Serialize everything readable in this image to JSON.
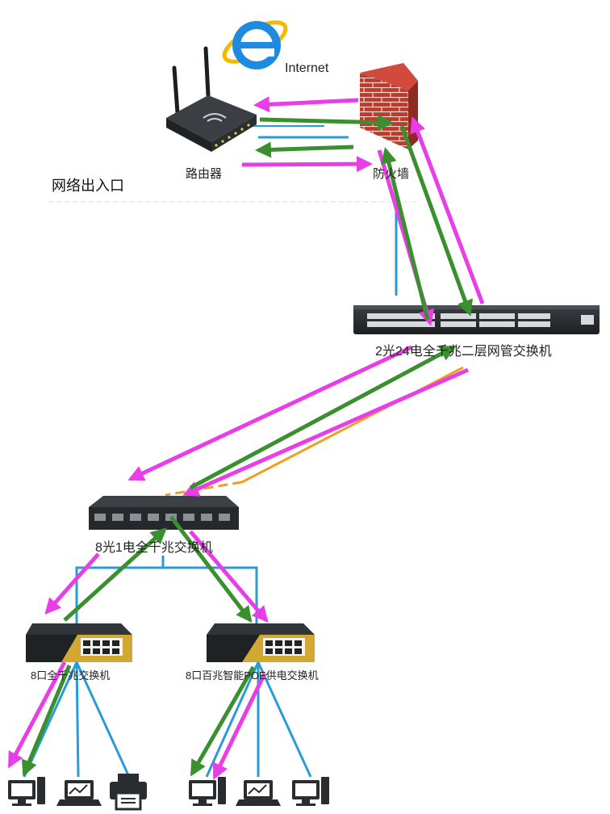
{
  "labels": {
    "internet": "Internet",
    "router": "路由器",
    "firewall": "防火墙",
    "zone": "网络出入口",
    "core_switch": "2光24电全千兆二层网管交换机",
    "agg_switch": "8光1电全千兆交换机",
    "access_switch_1": "8口全千兆交换机",
    "access_switch_2": "8口百兆智能POE供电交换机"
  },
  "colors": {
    "magenta_arrow": "#e83ee8",
    "green_arrow": "#3a8f2e",
    "blue_link": "#2a9ad8",
    "orange_link": "#f0a020",
    "device_dark": "#2b2f33",
    "firewall_red": "#c0392b"
  },
  "icons": [
    "internet-explorer-icon",
    "router-icon",
    "firewall-icon",
    "switch-icon",
    "desktop-icon",
    "monitor-chart-icon",
    "printer-icon"
  ]
}
